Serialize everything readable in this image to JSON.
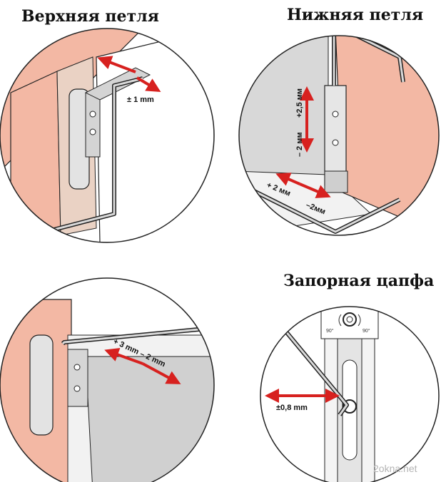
{
  "panels": {
    "top_hinge": {
      "title": "Верхняя петля",
      "adjust": "± 1 mm"
    },
    "bottom_hinge": {
      "title": "Нижняя петля",
      "vertical_up": "+2,5 мм",
      "vertical_down": "– 2 мм",
      "horizontal_plus": "+ 2 мм",
      "horizontal_minus": "–2мм"
    },
    "side_hinge": {
      "adjust": "+ 3 mm  – 2 mm"
    },
    "locking_pin": {
      "title": "Запорная цапфа",
      "rotate_left": "90°",
      "rotate_right": "90°",
      "adjust": "±0,8 mm"
    }
  },
  "watermark": "2okna.net",
  "colors": {
    "accent_red": "#d7211f",
    "frame_pink": "#f3b8a4",
    "metal_gray": "#bfbfbf",
    "outline": "#222222"
  }
}
